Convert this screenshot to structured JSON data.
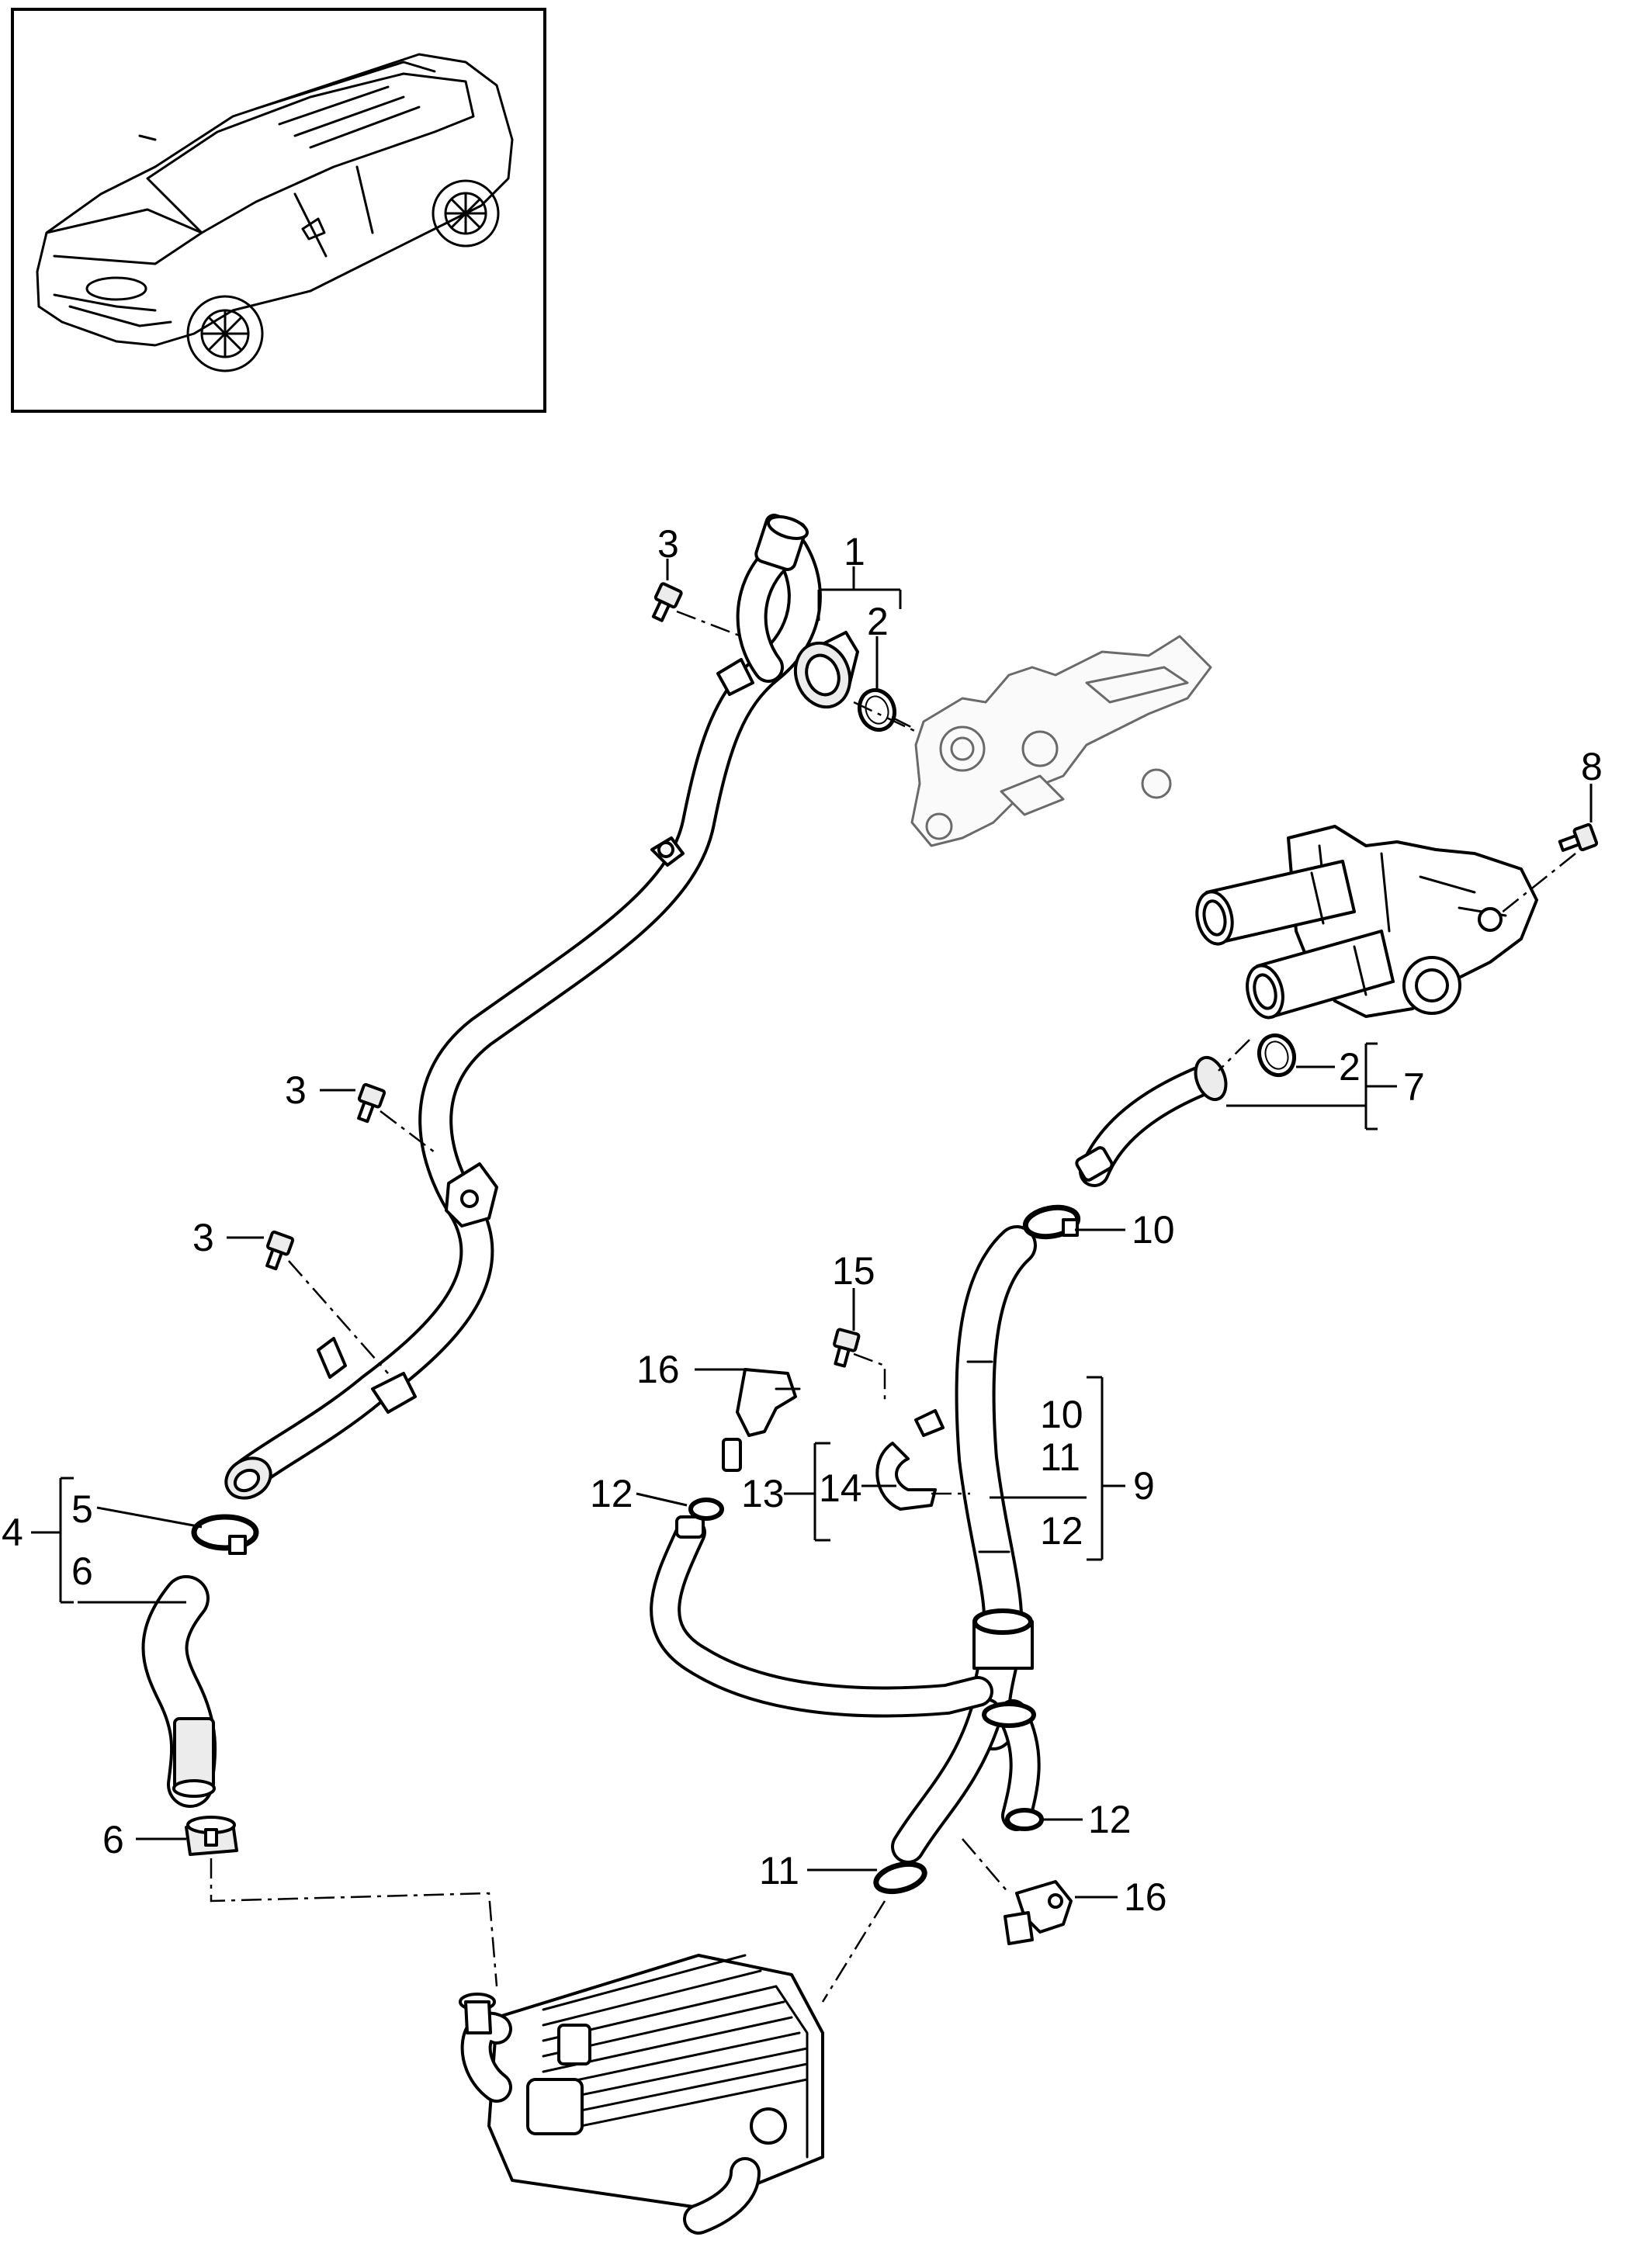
{
  "callouts": {
    "c1": "1",
    "c2_top": "2",
    "c2_right": "2",
    "c3_top": "3",
    "c3_mid": "3",
    "c3_low": "3",
    "c4": "4",
    "c5": "5",
    "c6_bracket": "6",
    "c6_bottom": "6",
    "c7": "7",
    "c8": "8",
    "c9": "9",
    "c10_top": "10",
    "c10_bracket": "10",
    "c11_bracket": "11",
    "c11_bottom": "11",
    "c12_bracket": "12",
    "c12_left": "12",
    "c12_right": "12",
    "c13": "13",
    "c14": "14",
    "c15": "15",
    "c16_left": "16",
    "c16_right": "16"
  },
  "icons": {
    "vehicle": "suv-line-drawing-icon",
    "bolt": "bolt-icon",
    "o_ring": "o-ring-icon",
    "hose_clamp": "hose-clamp-icon",
    "temperature_sensor": "temperature-sensor-icon",
    "oil_cooler": "oil-cooler-icon",
    "thermostat_housing": "thermostat-housing-icon"
  }
}
